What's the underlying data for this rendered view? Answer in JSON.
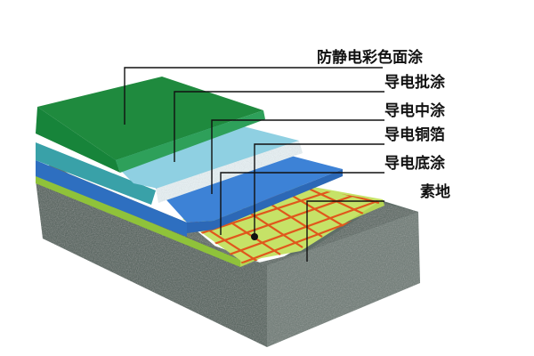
{
  "layers": [
    {
      "id": "topcoat",
      "label": "防静电彩色面涂",
      "color": "#1f8a3e"
    },
    {
      "id": "putty",
      "label": "导电批涂",
      "color": "#8fd0e2"
    },
    {
      "id": "midcoat",
      "label": "导电中涂",
      "color": "#3d82d6"
    },
    {
      "id": "copper",
      "label": "导电铜箔",
      "color": "#e0571c"
    },
    {
      "id": "primer",
      "label": "导电底涂",
      "color": "#c6e267"
    },
    {
      "id": "substrate",
      "label": "素地",
      "color": "#52625c"
    }
  ]
}
